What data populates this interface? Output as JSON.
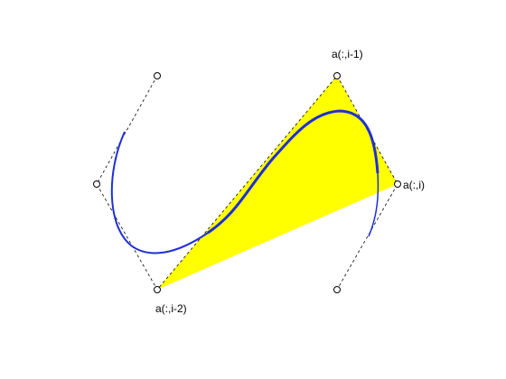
{
  "colors": {
    "background": "#ffffff",
    "hull_fill": "#ffff00",
    "curve_stroke": "#1f2fd6",
    "polygon_stroke": "#000000",
    "point_stroke": "#000000"
  },
  "labels": {
    "point_i_minus_2": "a(:,i-2)",
    "point_i_minus_1": "a(:,i-1)",
    "point_i": "a(:,i)"
  }
}
